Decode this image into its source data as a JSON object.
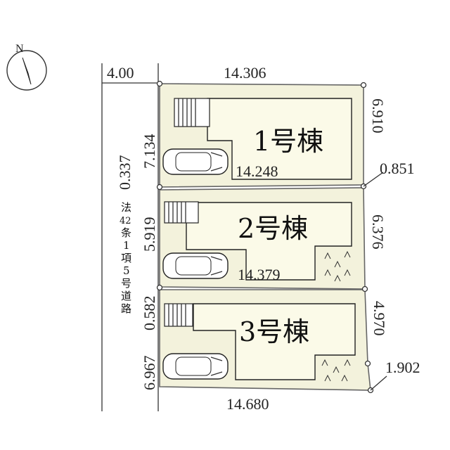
{
  "compass": {
    "label": "N",
    "icon": "north-arrow-icon"
  },
  "dimensions": {
    "road_width": "4.00",
    "top": "14.306",
    "lot1_left": "7.134",
    "lot1_right": "6.910",
    "lot1_bottom": "14.248",
    "lot1_offset": "0.337",
    "lot1_right_offset": "0.851",
    "lot2_left": "5.919",
    "lot2_right": "6.376",
    "lot2_bottom": "14.379",
    "lot2_offset": "0.582",
    "lot3_left": "6.967",
    "lot3_right": "4.970",
    "lot3_corner": "1.902",
    "bottom": "14.680"
  },
  "buildings": [
    "1号棟",
    "2号棟",
    "3号棟"
  ],
  "road_label": [
    "法",
    "42",
    "条",
    "1",
    "項",
    "5",
    "号",
    "道",
    "路"
  ],
  "colors": {
    "lot_fill": "#f3f2dc",
    "house_fill": "#fbfae8",
    "line": "#333333"
  }
}
